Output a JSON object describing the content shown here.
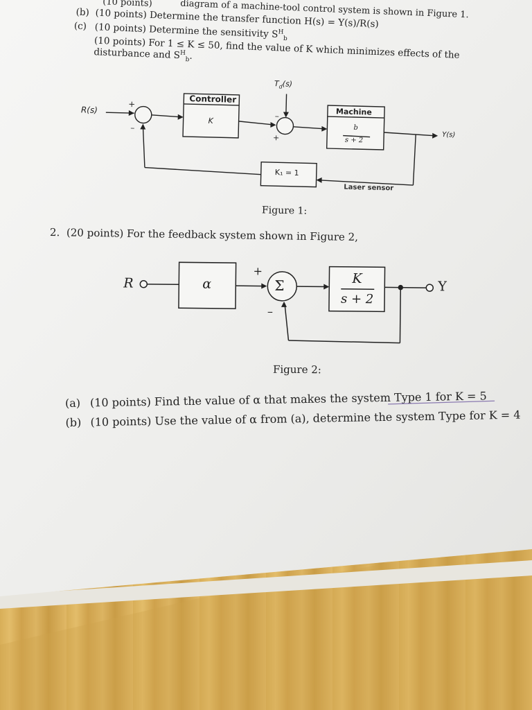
{
  "problem1": {
    "intro": "diagram of a machine-tool control system is shown in Figure 1.",
    "part_a_points": "(10 points)",
    "part_b": {
      "label": "(b)",
      "text": "(10 points) Determine the transfer function H(s) = Y(s)/R(s)"
    },
    "part_c": {
      "label": "(c)",
      "text": "(10 points) Determine the sensitivity S",
      "sens_sub": "b",
      "sens_sup": "H"
    },
    "part_d": {
      "text": "(10 points) For 1 ≤ K ≤ 50, find the value of K which minimizes effects of the"
    },
    "part_d2": {
      "text": "disturbance and S",
      "sub": "b",
      "sup": "H",
      "end": "."
    }
  },
  "figure1": {
    "input": "R(s)",
    "output": "Y(s)",
    "disturbance": "T",
    "disturbance_sub": "d",
    "disturbance_arg": "(s)",
    "controller_title": "Controller",
    "controller_gain": "K",
    "machine_title": "Machine",
    "machine_num": "b",
    "machine_den": "s + 2",
    "feedback_gain": "K₁ = 1",
    "sensor_label": "Laser sensor",
    "sum1_plus": "+",
    "sum1_minus": "–",
    "sum2_top": "–",
    "sum2_bottom": "+",
    "caption": "Figure 1:"
  },
  "problem2": {
    "number": "2.",
    "text": "(20 points) For the feedback system shown in Figure 2,"
  },
  "figure2": {
    "input": "R",
    "output": "Y",
    "alpha": "α",
    "sigma": "Σ",
    "plant_num": "K",
    "plant_den": "s + 2",
    "plus": "+",
    "minus": "–",
    "caption": "Figure 2:"
  },
  "questions": [
    {
      "label": "(a)",
      "text": "(10 points) Find the value of α that makes the system Type 1 for K = 5"
    },
    {
      "label": "(b)",
      "text": "(10 points) Use the value of α from (a), determine the system Type for K = 4"
    }
  ],
  "colors": {
    "paper": "#f3f3f1",
    "ink": "#222222",
    "desk": "#d9b25e"
  }
}
